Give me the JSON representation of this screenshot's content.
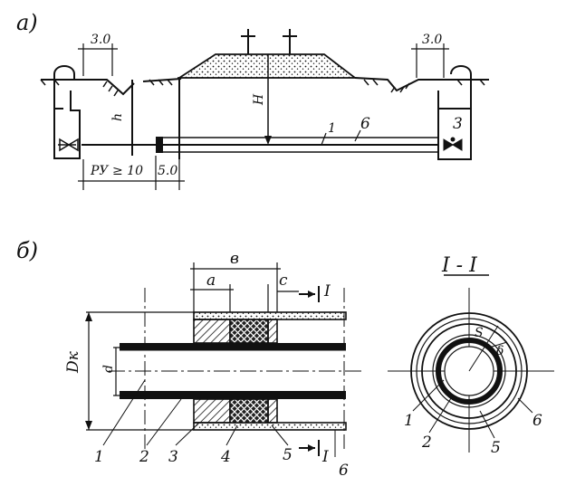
{
  "part_a": {
    "panel_label": "a)",
    "dim_left_top": "3.0",
    "dim_right_top": "3.0",
    "dim_ru": "РУ ≥ 10",
    "dim_5": "5.0",
    "label_h": "h",
    "label_H": "H",
    "label_pipe_1": "1",
    "label_pipe_6": "6",
    "label_chamber_3": "3"
  },
  "part_b": {
    "panel_label": "б)",
    "dim_a": "a",
    "dim_b": "в",
    "dim_c": "c",
    "dim_Dk": "Dк",
    "dim_d": "d",
    "section_mark": "I",
    "section_mark_bottom": "I",
    "parts": [
      "1",
      "2",
      "3",
      "4",
      "5",
      "6"
    ]
  },
  "section": {
    "title": "I - I",
    "label_s": "S",
    "label_delta": "δ",
    "parts": [
      "1",
      "2",
      "5",
      "6"
    ]
  },
  "colors": {
    "ink": "#111111",
    "paper": "#ffffff"
  }
}
